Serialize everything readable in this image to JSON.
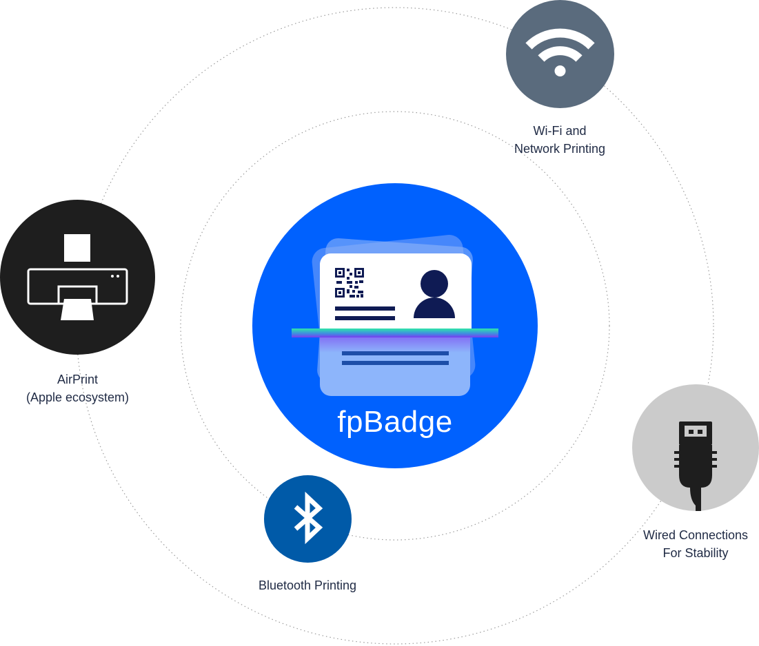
{
  "center": {
    "title": "fpBadge",
    "color": "#0061fe"
  },
  "nodes": [
    {
      "id": "wifi",
      "icon": "wifi-icon",
      "color": "#5a6b7d",
      "label_lines": [
        "Wi-Fi and",
        "Network Printing"
      ]
    },
    {
      "id": "airprint",
      "icon": "printer-icon",
      "color": "#1e1e1e",
      "label_lines": [
        "AirPrint",
        "(Apple ecosystem)"
      ]
    },
    {
      "id": "bluetooth",
      "icon": "bluetooth-icon",
      "color": "#005aa8",
      "label_lines": [
        "Bluetooth Printing"
      ]
    },
    {
      "id": "usb",
      "icon": "usb-cable-icon",
      "color": "#cbcbcb",
      "label_lines": [
        "Wired Connections",
        "For Stability"
      ]
    }
  ],
  "colors": {
    "text": "#1f2a44",
    "orbit": "#9a9a9a",
    "badge_dark": "#0f1b54",
    "scan_gradient": [
      "#2ee6a8",
      "#7a3cf0"
    ]
  }
}
